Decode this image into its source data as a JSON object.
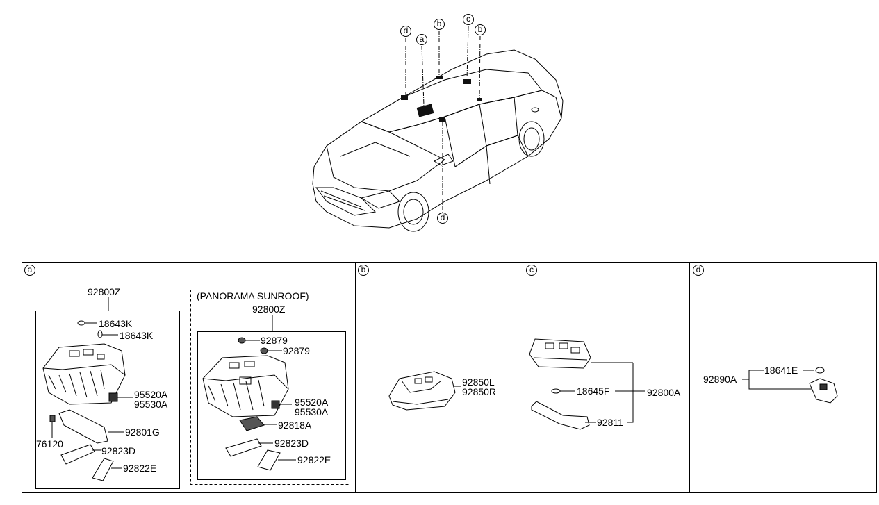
{
  "callouts": {
    "top_d1": "d",
    "top_a": "a",
    "top_b1": "b",
    "top_c": "c",
    "top_b2": "b",
    "bottom_d": "d"
  },
  "sections": {
    "a": "a",
    "b": "b",
    "c": "c",
    "d": "d"
  },
  "section_a": {
    "standard": {
      "assembly": "92800Z",
      "bulb1": "18643K",
      "bulb2": "18643K",
      "switch1": "95520A",
      "switch2": "95530A",
      "lens": "92801G",
      "bulb3": "76120",
      "cover1": "92823D",
      "cover2": "92822E"
    },
    "panorama": {
      "title": "(PANORAMA SUNROOF)",
      "assembly": "92800Z",
      "bulb1": "92879",
      "bulb2": "92879",
      "switch1": "95520A",
      "switch2": "95530A",
      "unit": "92818A",
      "cover1": "92823D",
      "cover2": "92822E"
    }
  },
  "section_b": {
    "left": "92850L",
    "right": "92850R"
  },
  "section_c": {
    "bulb": "18645F",
    "assembly": "92800A",
    "lens": "92811"
  },
  "section_d": {
    "assembly": "92890A",
    "bulb": "18641E"
  }
}
